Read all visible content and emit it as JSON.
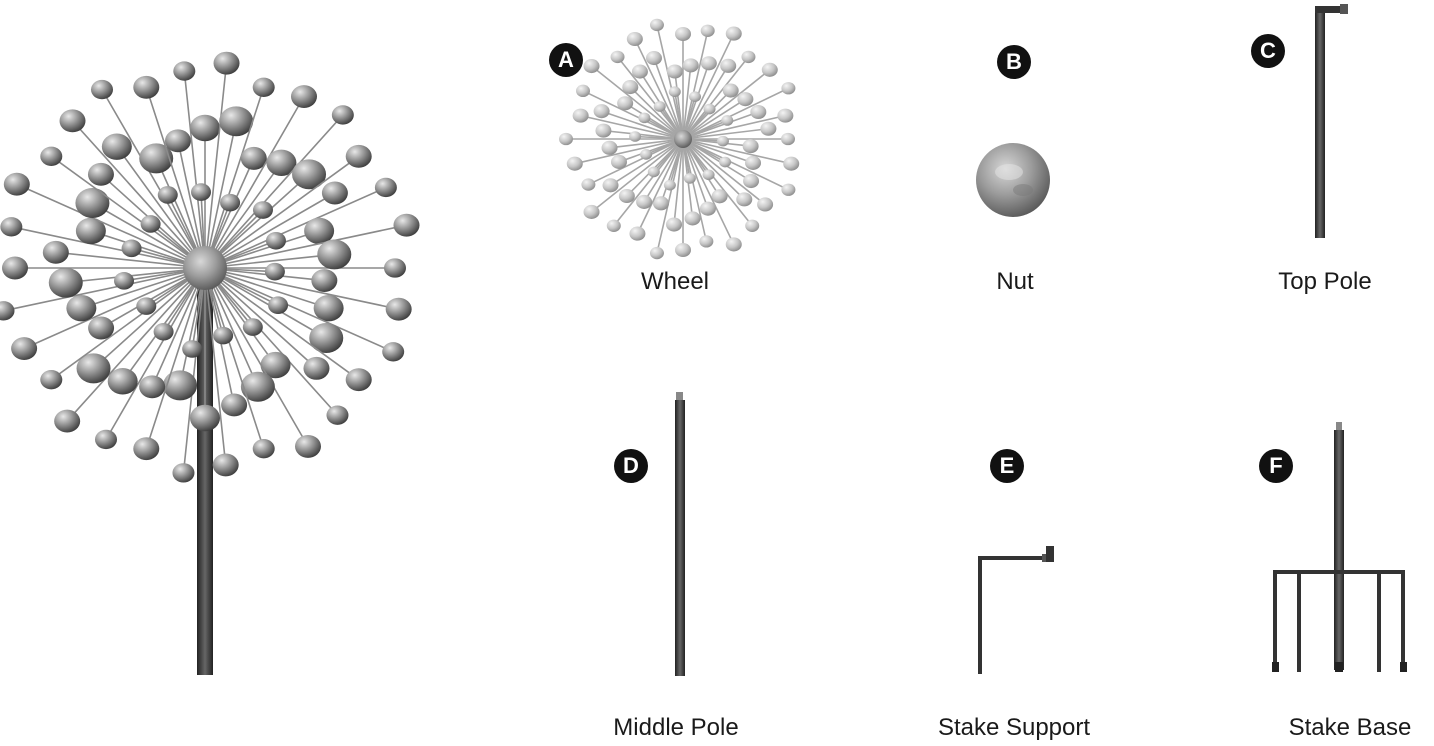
{
  "parts": [
    {
      "letter": "A",
      "name": "Wheel"
    },
    {
      "letter": "B",
      "name": "Nut"
    },
    {
      "letter": "C",
      "name": "Top Pole"
    },
    {
      "letter": "D",
      "name": "Middle Pole"
    },
    {
      "letter": "E",
      "name": "Stake Support"
    },
    {
      "letter": "F",
      "name": "Stake Base"
    }
  ],
  "colors": {
    "metal_dark": "#444444",
    "metal_light": "#bdbdbd",
    "badge": "#111111"
  }
}
